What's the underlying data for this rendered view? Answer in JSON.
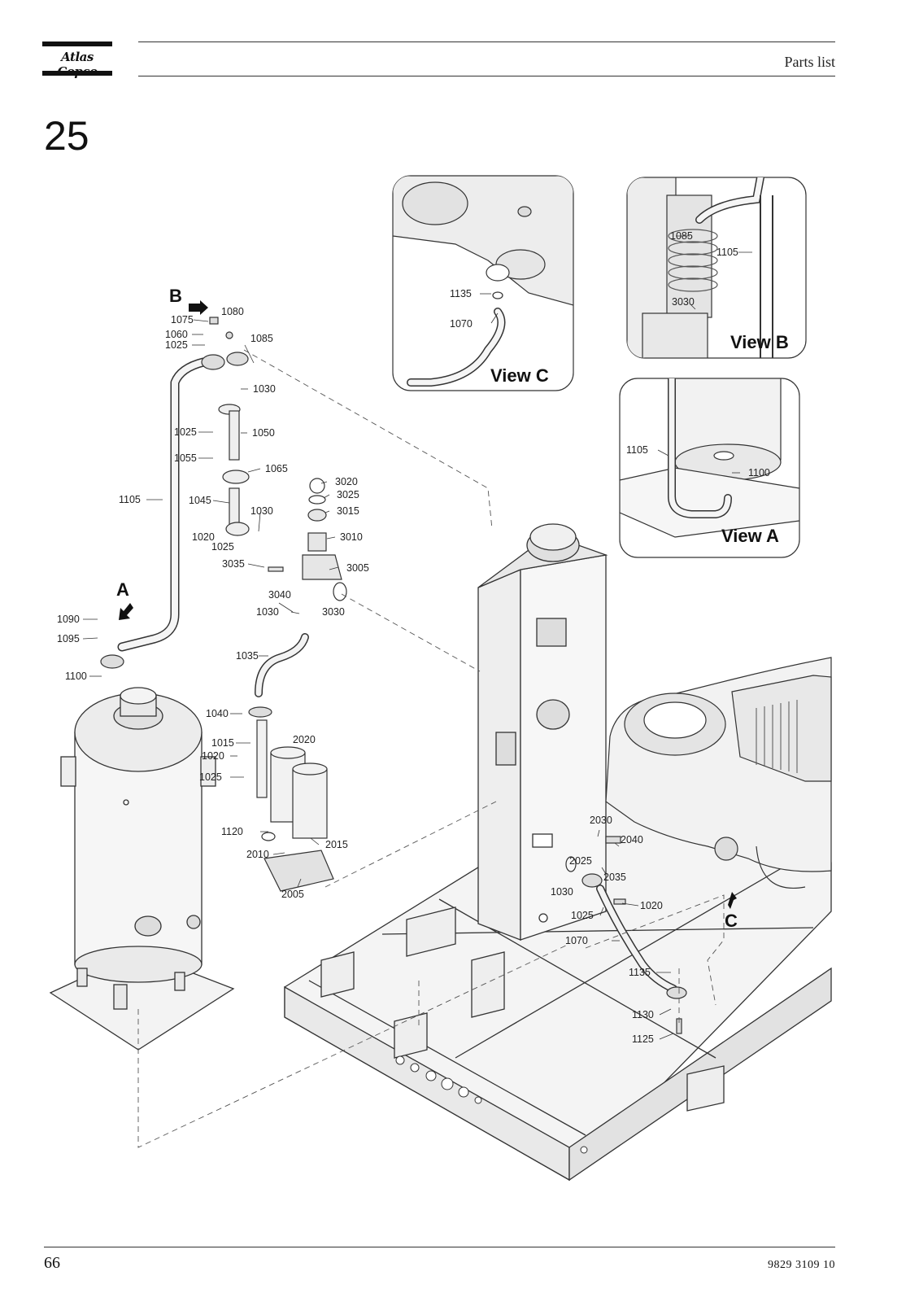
{
  "header": {
    "brand": "Atlas Copco",
    "title": "Parts list"
  },
  "section": {
    "number": "25"
  },
  "drawing": {
    "views": [
      "View C",
      "View B",
      "View A"
    ],
    "direction_labels": [
      "B",
      "A",
      "C"
    ],
    "callouts": [
      "1135",
      "1070",
      "1085",
      "1105",
      "3030",
      "1105",
      "1100",
      "1080",
      "1075",
      "1060",
      "1085",
      "1025",
      "1030",
      "1025",
      "1050",
      "1055",
      "1065",
      "3020",
      "3025",
      "3015",
      "1105",
      "1045",
      "1030",
      "1020",
      "1025",
      "3010",
      "3035",
      "3005",
      "3040",
      "1030",
      "3030",
      "1090",
      "1095",
      "1035",
      "1100",
      "1040",
      "1015",
      "2020",
      "1020",
      "1025",
      "1120",
      "2015",
      "2010",
      "2005",
      "2030",
      "2040",
      "2025",
      "2035",
      "1030",
      "1020",
      "1025",
      "1070",
      "1135",
      "1130",
      "1125"
    ]
  },
  "footer": {
    "page": "66",
    "doc": "9829 3109 10"
  }
}
